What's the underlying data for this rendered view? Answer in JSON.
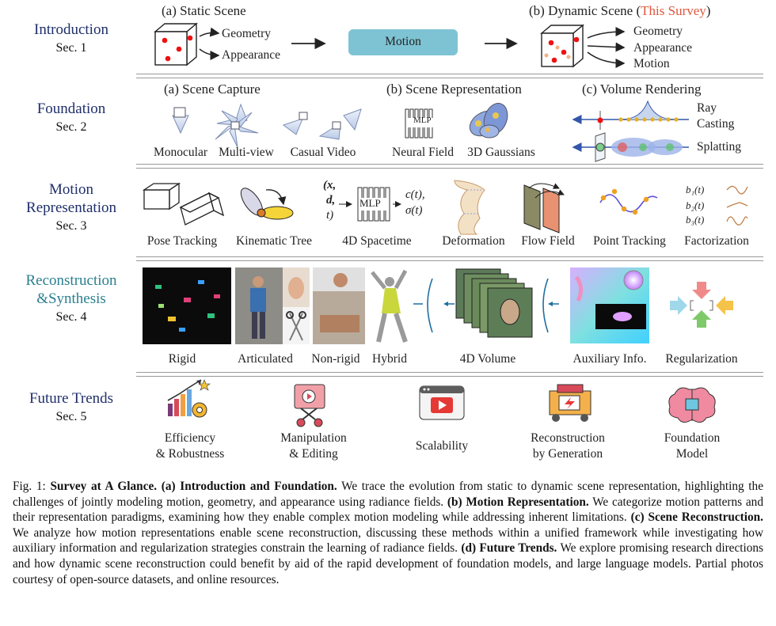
{
  "sections": {
    "intro": {
      "title": "Introduction",
      "sec": "Sec. 1"
    },
    "foundation": {
      "title": "Foundation",
      "sec": "Sec. 2"
    },
    "motion": {
      "title1": "Motion",
      "title2": "Representation",
      "sec": "Sec. 3"
    },
    "recon": {
      "title1": "Reconstruction",
      "title2": "&Synthesis",
      "sec": "Sec. 4"
    },
    "future": {
      "title": "Future Trends",
      "sec": "Sec. 5"
    }
  },
  "intro": {
    "static_head": "(a) Static Scene",
    "dynamic_head": "(b) Dynamic Scene (",
    "this_survey": "This Survey",
    "dynamic_close": ")",
    "geometry": "Geometry",
    "appearance": "Appearance",
    "motion_box": "Motion",
    "geometry2": "Geometry",
    "appearance2": "Appearance",
    "motion2": "Motion"
  },
  "foundation": {
    "capture_head": "(a) Scene Capture",
    "repr_head": "(b) Scene Representation",
    "render_head": "(c) Volume Rendering",
    "monocular": "Monocular",
    "multiview": "Multi-view",
    "casual": "Casual Video",
    "mlp": "MLP",
    "neural_field": "Neural Field",
    "gaussians": "3D Gaussians",
    "ray": "Ray",
    "casting": "Casting",
    "splatting": "Splatting"
  },
  "motion": {
    "pose": "Pose Tracking",
    "kinematic": "Kinematic Tree",
    "in_x": "(x,",
    "in_d": "d,",
    "in_t": "t)",
    "mlp": "MLP",
    "out_c": "c(t),",
    "out_s": "σ(t)",
    "spacetime": "4D Spacetime",
    "deformation": "Deformation",
    "flow": "Flow Field",
    "point": "Point Tracking",
    "b1": "b₁(t)",
    "b2": "b₂(t)",
    "b3": "b₃(t)",
    "factorization": "Factorization"
  },
  "recon": {
    "rigid": "Rigid",
    "articulated": "Articulated",
    "nonrigid": "Non-rigid",
    "hybrid": "Hybrid",
    "volume": "4D Volume",
    "aux": "Auxiliary Info.",
    "reg": "Regularization"
  },
  "future": {
    "eff1": "Efficiency",
    "eff2": "& Robustness",
    "man1": "Manipulation",
    "man2": "& Editing",
    "scal": "Scalability",
    "rec1": "Reconstruction",
    "rec2": "by Generation",
    "fm1": "Foundation",
    "fm2": "Model"
  },
  "caption": {
    "fig": "Fig. 1: ",
    "b0": "Survey at A Glance.",
    "b1": " (a) Introduction and Foundation.",
    "t1": " We trace the evolution from static to dynamic scene representation, highlighting the challenges of jointly modeling motion, geometry, and appearance using radiance fields. ",
    "b2": "(b) Motion Representation.",
    "t2": " We categorize motion patterns and their representation paradigms, examining how they enable complex motion modeling while addressing inherent limitations. ",
    "b3": "(c) Scene Reconstruction.",
    "t3": " We analyze how motion representations enable scene reconstruction, discussing these methods within a unified framework while investigating how auxiliary information and regularization strategies constrain the learning of radiance fields. ",
    "b4": "(d) Future Trends.",
    "t4": " We explore promising research directions and how dynamic scene reconstruction could benefit by aid of the rapid development of foundation models, and large language models. Partial photos courtesy of open-source datasets, and online resources."
  },
  "colors": {
    "accent_blue": "#1a2fd0",
    "navy": "#1f2f6b",
    "teal": "#2a7f8f",
    "survey_red": "#e0553c",
    "motion_box": "#7ec3d3"
  }
}
